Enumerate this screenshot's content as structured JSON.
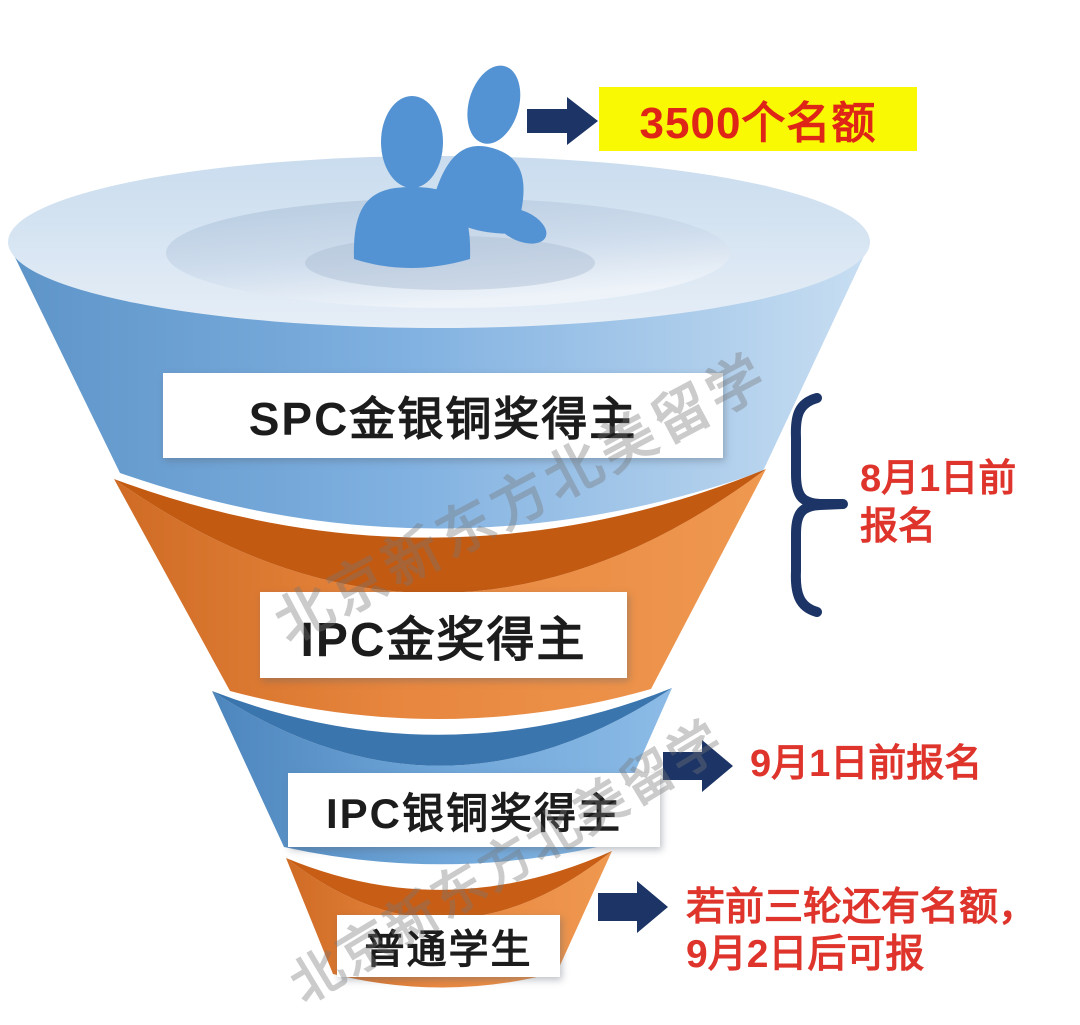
{
  "quota": {
    "text": "3500个名额"
  },
  "funnel": {
    "tiers": [
      {
        "label": "SPC金银铜奖得主",
        "color": "blue"
      },
      {
        "label": "IPC金奖得主",
        "color": "orange"
      },
      {
        "label": "IPC银铜奖得主",
        "color": "blue"
      },
      {
        "label": "普通学生",
        "color": "orange"
      }
    ]
  },
  "annotations": {
    "round1": {
      "line1": "8月1日前",
      "line2": "报名"
    },
    "round2": {
      "text": "9月1日前报名"
    },
    "round3": {
      "line1": "若前三轮还有名额，",
      "line2": "9月2日后可报"
    }
  },
  "watermark": {
    "text": "北京新东方北美留学"
  },
  "colors": {
    "navy": "#1c3566",
    "red": "#de342b",
    "yellow": "#f8f903",
    "blue_body": "#7fb0e0",
    "blue_rim": "#3a75ae",
    "orange_body": "#e8873f",
    "orange_rim": "#c35a11",
    "people_blue": "#5493d3"
  }
}
